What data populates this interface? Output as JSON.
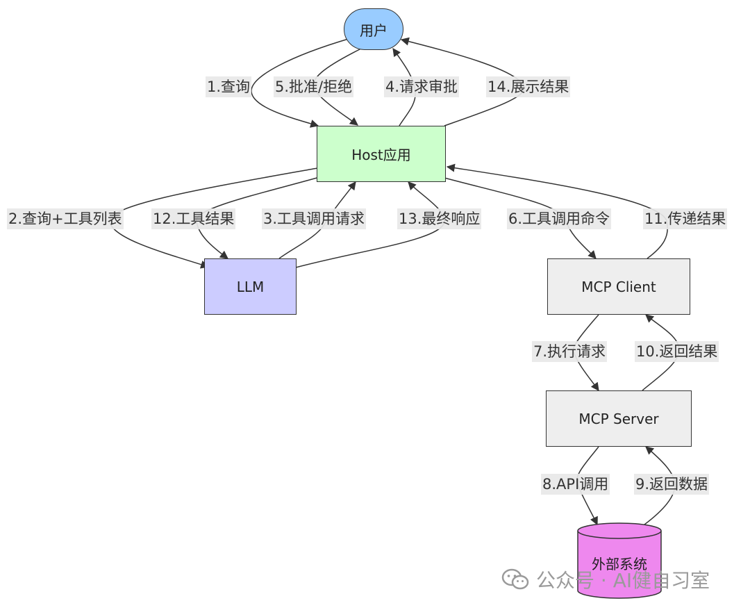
{
  "nodes": {
    "user": "用户",
    "host": "Host应用",
    "llm": "LLM",
    "mcp_client": "MCP Client",
    "mcp_server": "MCP Server",
    "external": "外部系统"
  },
  "edge_labels": {
    "e1": "1.查询",
    "e2": "2.查询+工具列表",
    "e3": "3.工具调用请求",
    "e4": "4.请求审批",
    "e5": "5.批准/拒绝",
    "e6": "6.工具调用命令",
    "e7": "7.执行请求",
    "e8": "8.API调用",
    "e9": "9.返回数据",
    "e10": "10.返回结果",
    "e11": "11.传递结果",
    "e12": "12.工具结果",
    "e13": "13.最终响应",
    "e14": "14.展示结果"
  },
  "watermark": {
    "text": "公众号 · AI健自习室",
    "icon": "wechat-icon"
  },
  "colors": {
    "user": "#99ccff",
    "host": "#ccffcc",
    "llm": "#ccccff",
    "mcp": "#eeeeee",
    "external": "#ee88ee"
  }
}
